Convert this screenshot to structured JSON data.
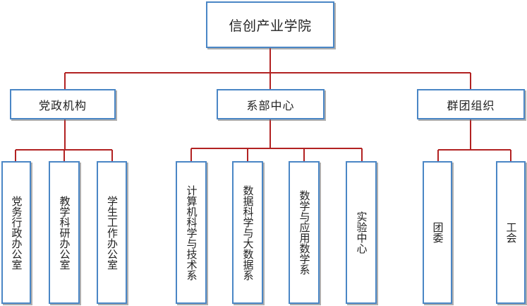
{
  "org_chart": {
    "root": "信创产业学院",
    "branches": [
      {
        "label": "党政机构",
        "children": [
          "党务行政办公室",
          "教学科研办公室",
          "学生工作办公室"
        ]
      },
      {
        "label": "系部中心",
        "children": [
          "计算机科学与技术系",
          "数据科学与大数据系",
          "数学与应用数学系",
          "实验中心"
        ]
      },
      {
        "label": "群团组织",
        "children": [
          "团委",
          "工会"
        ]
      }
    ]
  },
  "colors": {
    "box_border": "#4a86c5",
    "connector": "#b22222",
    "text": "#222222"
  }
}
